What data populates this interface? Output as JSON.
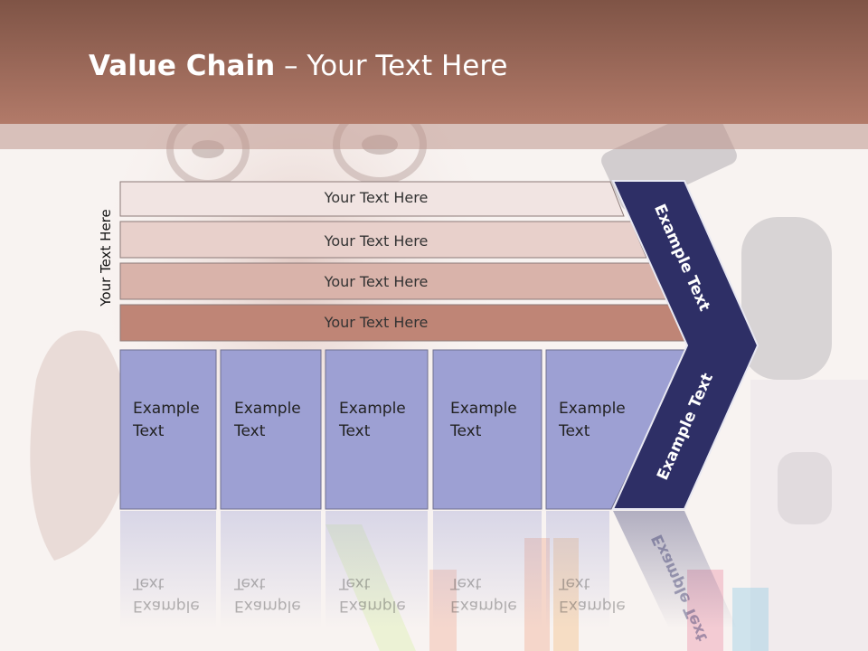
{
  "title": {
    "bold": "Value Chain",
    "rest": " – Your Text Here"
  },
  "side_label": "Your Text Here",
  "rows": [
    {
      "label": "Your Text Here",
      "color": "#f1e4e2"
    },
    {
      "label": "Your Text Here",
      "color": "#e8d0cb"
    },
    {
      "label": "Your Text Here",
      "color": "#d9b3aa"
    },
    {
      "label": "Your Text Here",
      "color": "#bf8576"
    }
  ],
  "columns": [
    {
      "line1": "Example",
      "line2": "Text"
    },
    {
      "line1": "Example",
      "line2": "Text"
    },
    {
      "line1": "Example",
      "line2": "Text"
    },
    {
      "line1": "Example",
      "line2": "Text"
    },
    {
      "line1": "Example",
      "line2": "Text"
    }
  ],
  "chevron": {
    "upper": "Example Text",
    "lower": "Example Text",
    "color": "#2e2f66"
  },
  "colors": {
    "header": "#a06e5f",
    "column_fill": "#9da0d3"
  }
}
